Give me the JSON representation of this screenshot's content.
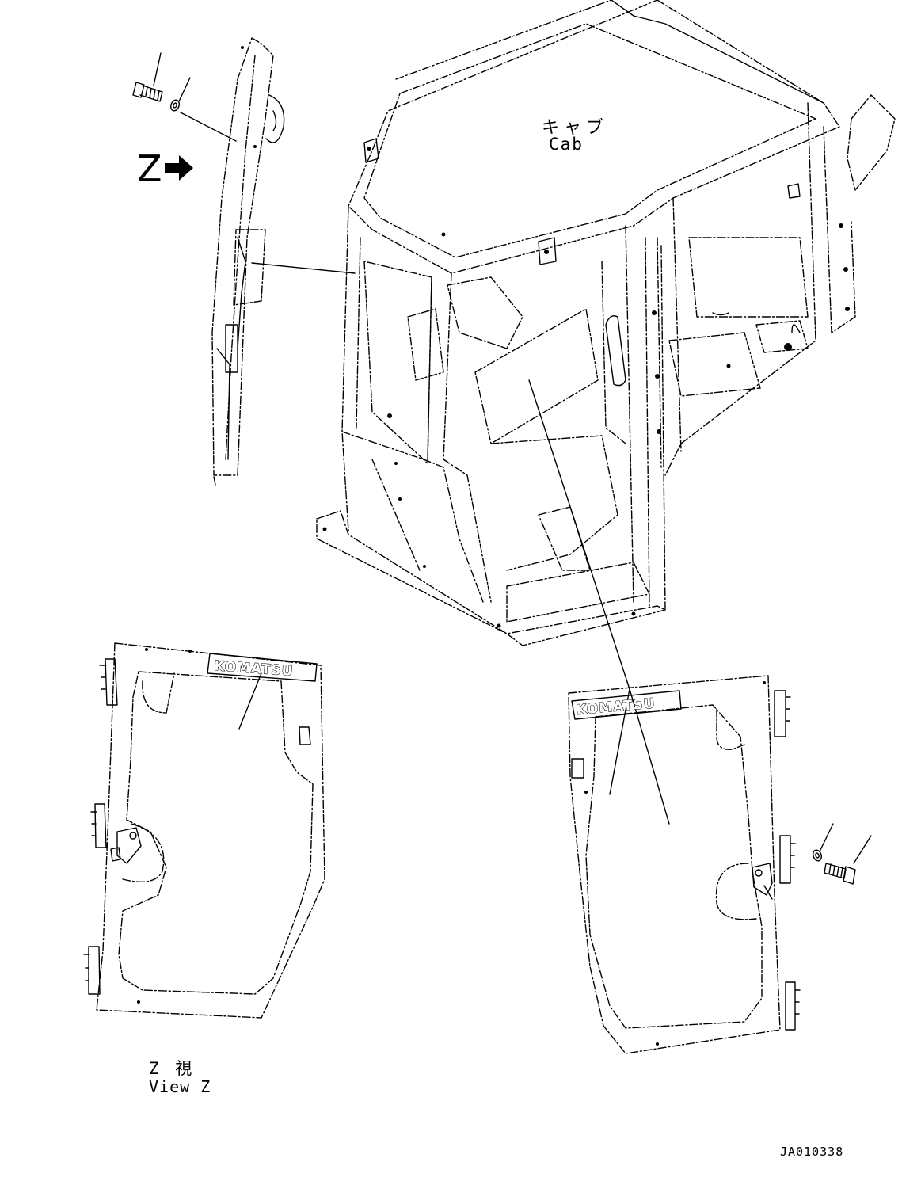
{
  "labels": {
    "cab_jp": "キャブ",
    "cab_en": "Cab",
    "z_marker": "Z",
    "view_jp": "Z 視",
    "view_en": "View Z",
    "drawing_code": "JA010338"
  },
  "logos": {
    "left_door": "KOMATSU",
    "right_door": "KOMATSU"
  },
  "colors": {
    "line": "#000000",
    "background": "#ffffff"
  }
}
